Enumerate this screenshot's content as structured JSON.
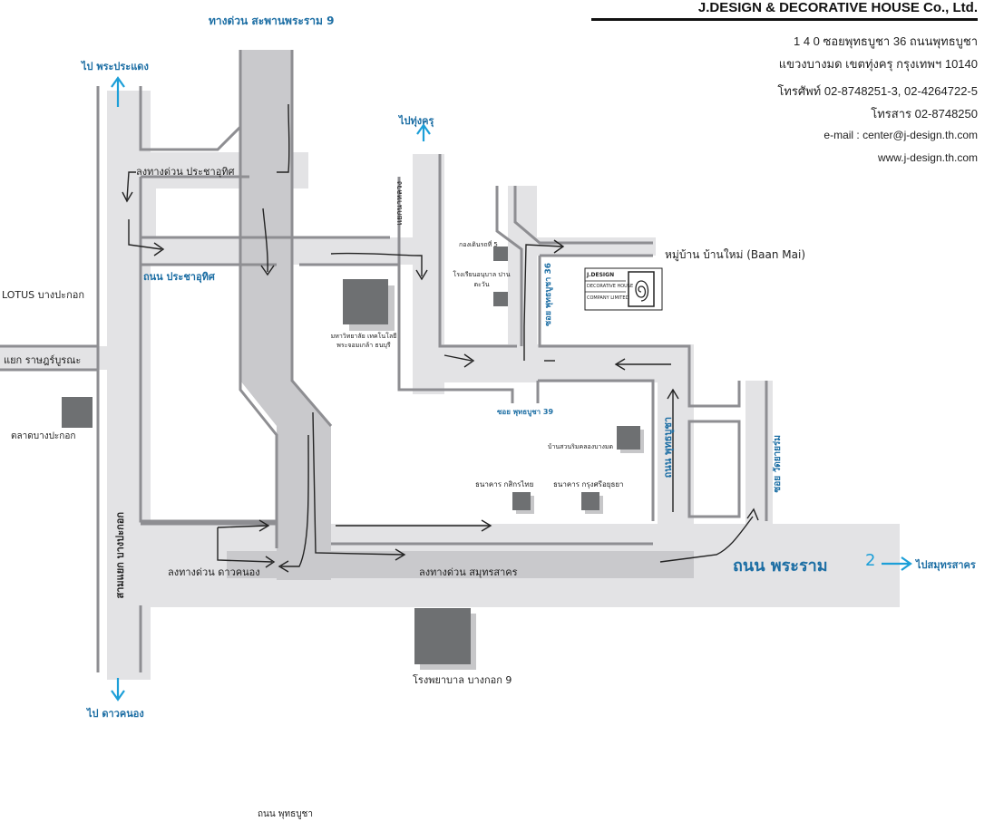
{
  "company": {
    "name": "J.DESIGN & DECORATIVE HOUSE  Co., Ltd.",
    "address1": "1 4 0    ซอยพุทธบูชา 36    ถนนพุทธบูชา",
    "address2": "แขวงบางมด    เขตทุ่งครุ    กรุงเทพฯ    10140",
    "phone": "โทรศัพท์  02-8748251-3, 02-4264722-5",
    "fax": "โทรสาร  02-8748250",
    "email": "e-mail : center@j-design.th.com",
    "web": "www.j-design.th.com"
  },
  "logo": {
    "line1": "J.DESIGN",
    "line2": "DECORATIVE HOUSE",
    "line3": "COMPANY LIMITED"
  },
  "labels": {
    "expressway_rama9": "ทางด่วน สะพานพระราม 9",
    "to_pradaeng": "ไป พระประแดง",
    "to_thungkhru": "ไปทุ่งครุ",
    "exit_prachauthit": "ลงทางด่วน ประชาอุทิศ",
    "road_prachauthit": "ถนน ประชาอุทิศ",
    "lotus": "LOTUS บางปะกอก",
    "junction_ratburana": "แยก ราษฎร์บูรณะ",
    "market": "ตลาดบางปะกอก",
    "junction_nahluang": "แยกนาหลวง",
    "lands_office": "กองเดินรถที่ 5",
    "school": "โรงเรียนอนุบาล ปานตะวัน",
    "university": "มหาวิทยาลัย เทคโนโลยี พระจอมเกล้า ธนบุรี",
    "soi_36": "ซอย พุทธบูชา 36",
    "baan_mai": "หมู่บ้าน บ้านใหม่ (Baan Mai)",
    "soi_39": "ซอย พุทธบูชา 39",
    "riverside": "บ้านสวนริมคลองบางมด",
    "road_phutthabucha": "ถนน พุทธบูชา",
    "kasikorn": "ธนาคาร กสิกรไทย",
    "krungsri": "ธนาคาร กรุงศรีอยุธยา",
    "soi_wat": "ซอย วัดยายร่ม",
    "road_rama2": "ถนน พระราม",
    "rama2_num": "2",
    "to_samutsakhon": "ไปสมุทรสาคร",
    "exit_daokanong": "ลงทางด่วน ดาวคนอง",
    "exit_samutsakhon": "ลงทางด่วน สมุทรสาคร",
    "intersection_bangpakok": "สามแยก บางปะกอก",
    "hospital": "โรงพยาบาล บางกอก 9",
    "to_daokanong": "ไป ดาวคนอง",
    "footer": "ถนน พุทธบูชา"
  },
  "colors": {
    "road": "#e3e3e5",
    "expressway": "#c9c9cc",
    "edge": "#8e8e92",
    "building": "#6e7072",
    "accent": "#1c9fd8",
    "label_blue": "#1c6ea4"
  }
}
